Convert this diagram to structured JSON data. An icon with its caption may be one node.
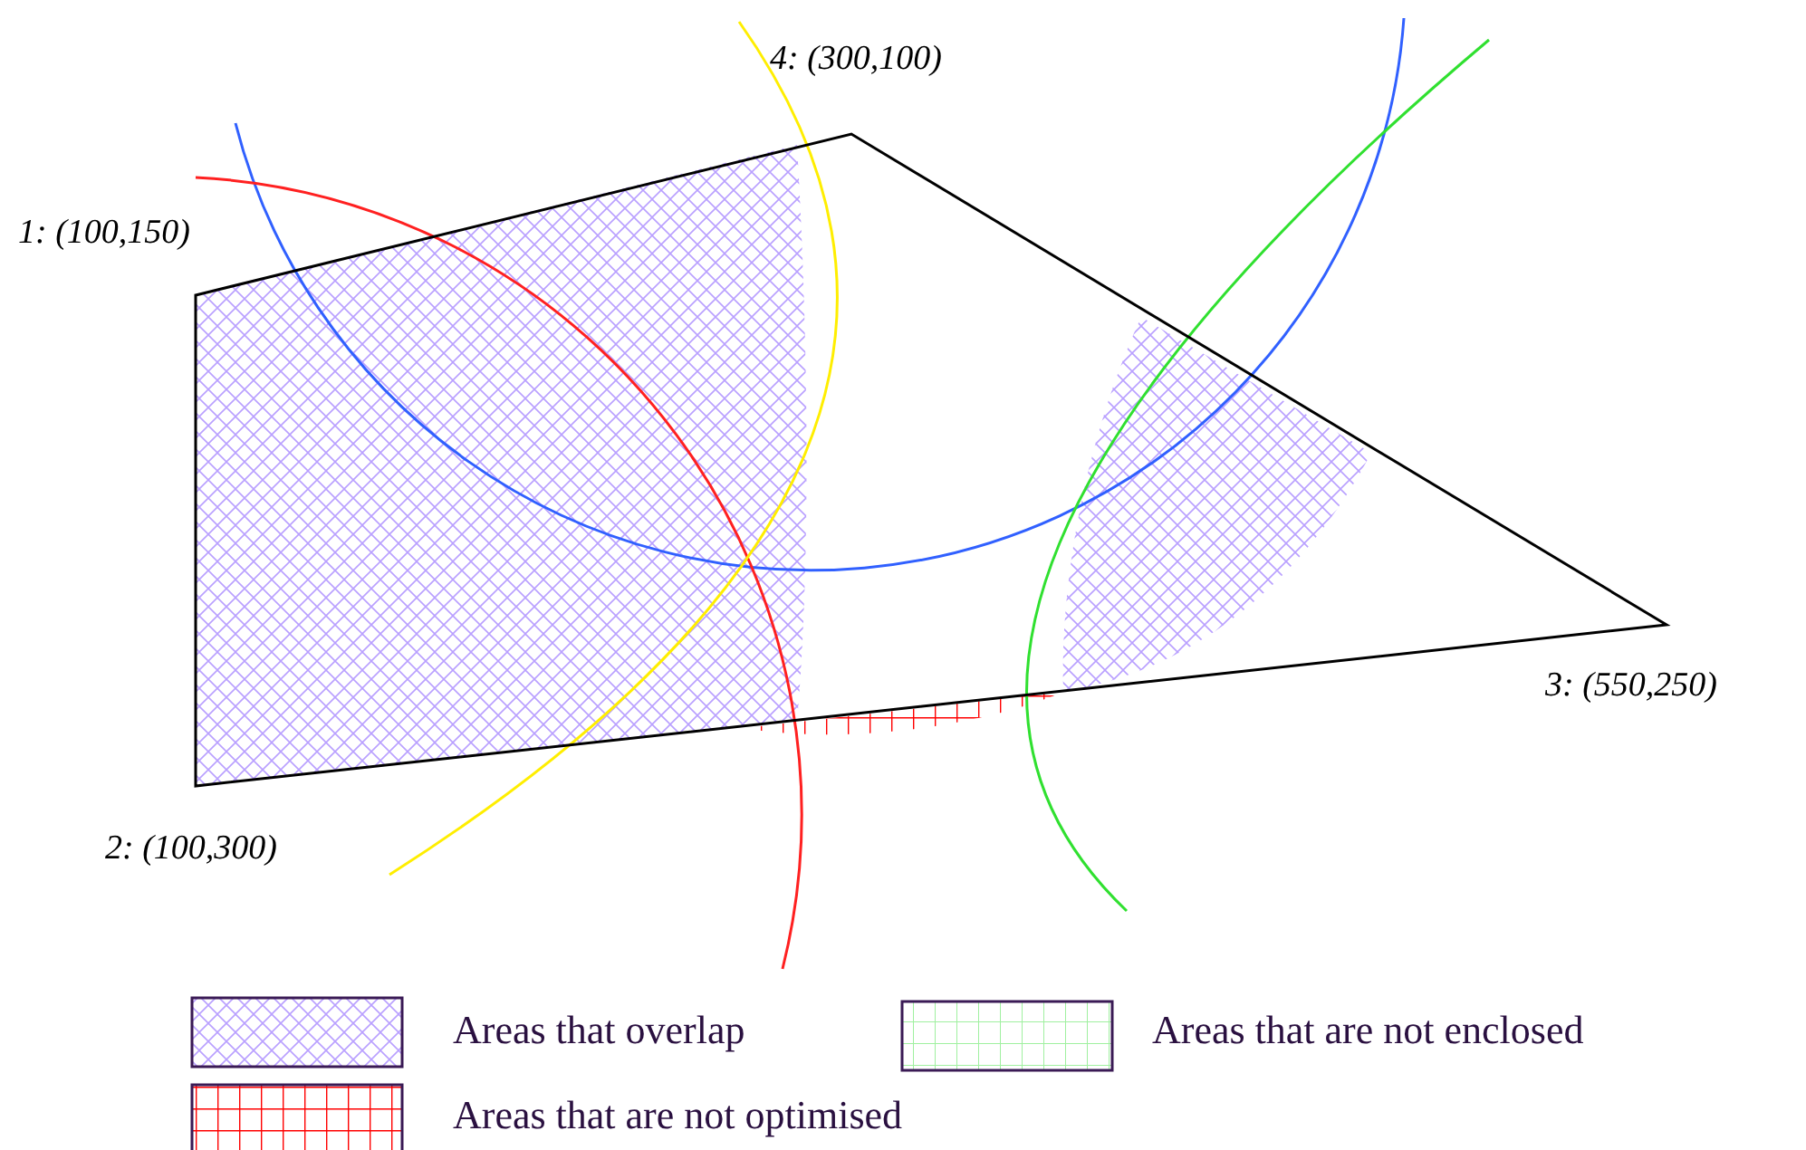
{
  "diagram": {
    "labels": [
      "4: (300,100)",
      "1: (100,150)",
      "3: (550,250)",
      "2: (100,300)"
    ],
    "legend": [
      {
        "text": "Areas that overlap"
      },
      {
        "text": "Areas that are not enclosed"
      },
      {
        "text": "Areas that are not optimised"
      }
    ]
  }
}
